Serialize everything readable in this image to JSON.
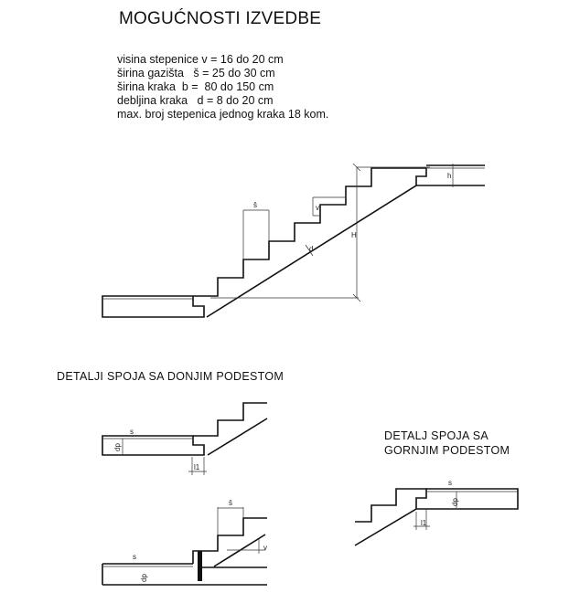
{
  "title": "MOGUĆNOSTI IZVEDBE",
  "specs": [
    "visina stepenice v = 16 do 20 cm",
    "širina gazišta   š = 25 do 30 cm",
    "širina kraka  b =  80 do 150 cm",
    "debljina kraka   d = 8 do 20 cm",
    "max. broj stepenica jednog kraka 18 kom."
  ],
  "section_lower": "DETALJI SPOJA SA DONJIM PODESTOM",
  "section_upper_line1": "DETALJ SPOJA SA",
  "section_upper_line2": "GORNJIM PODESTOM",
  "labels": {
    "s_tread": "š",
    "v": "v",
    "H": "H",
    "d": "d",
    "h": "h",
    "s": "s",
    "dp": "dp",
    "l1": "l1"
  }
}
